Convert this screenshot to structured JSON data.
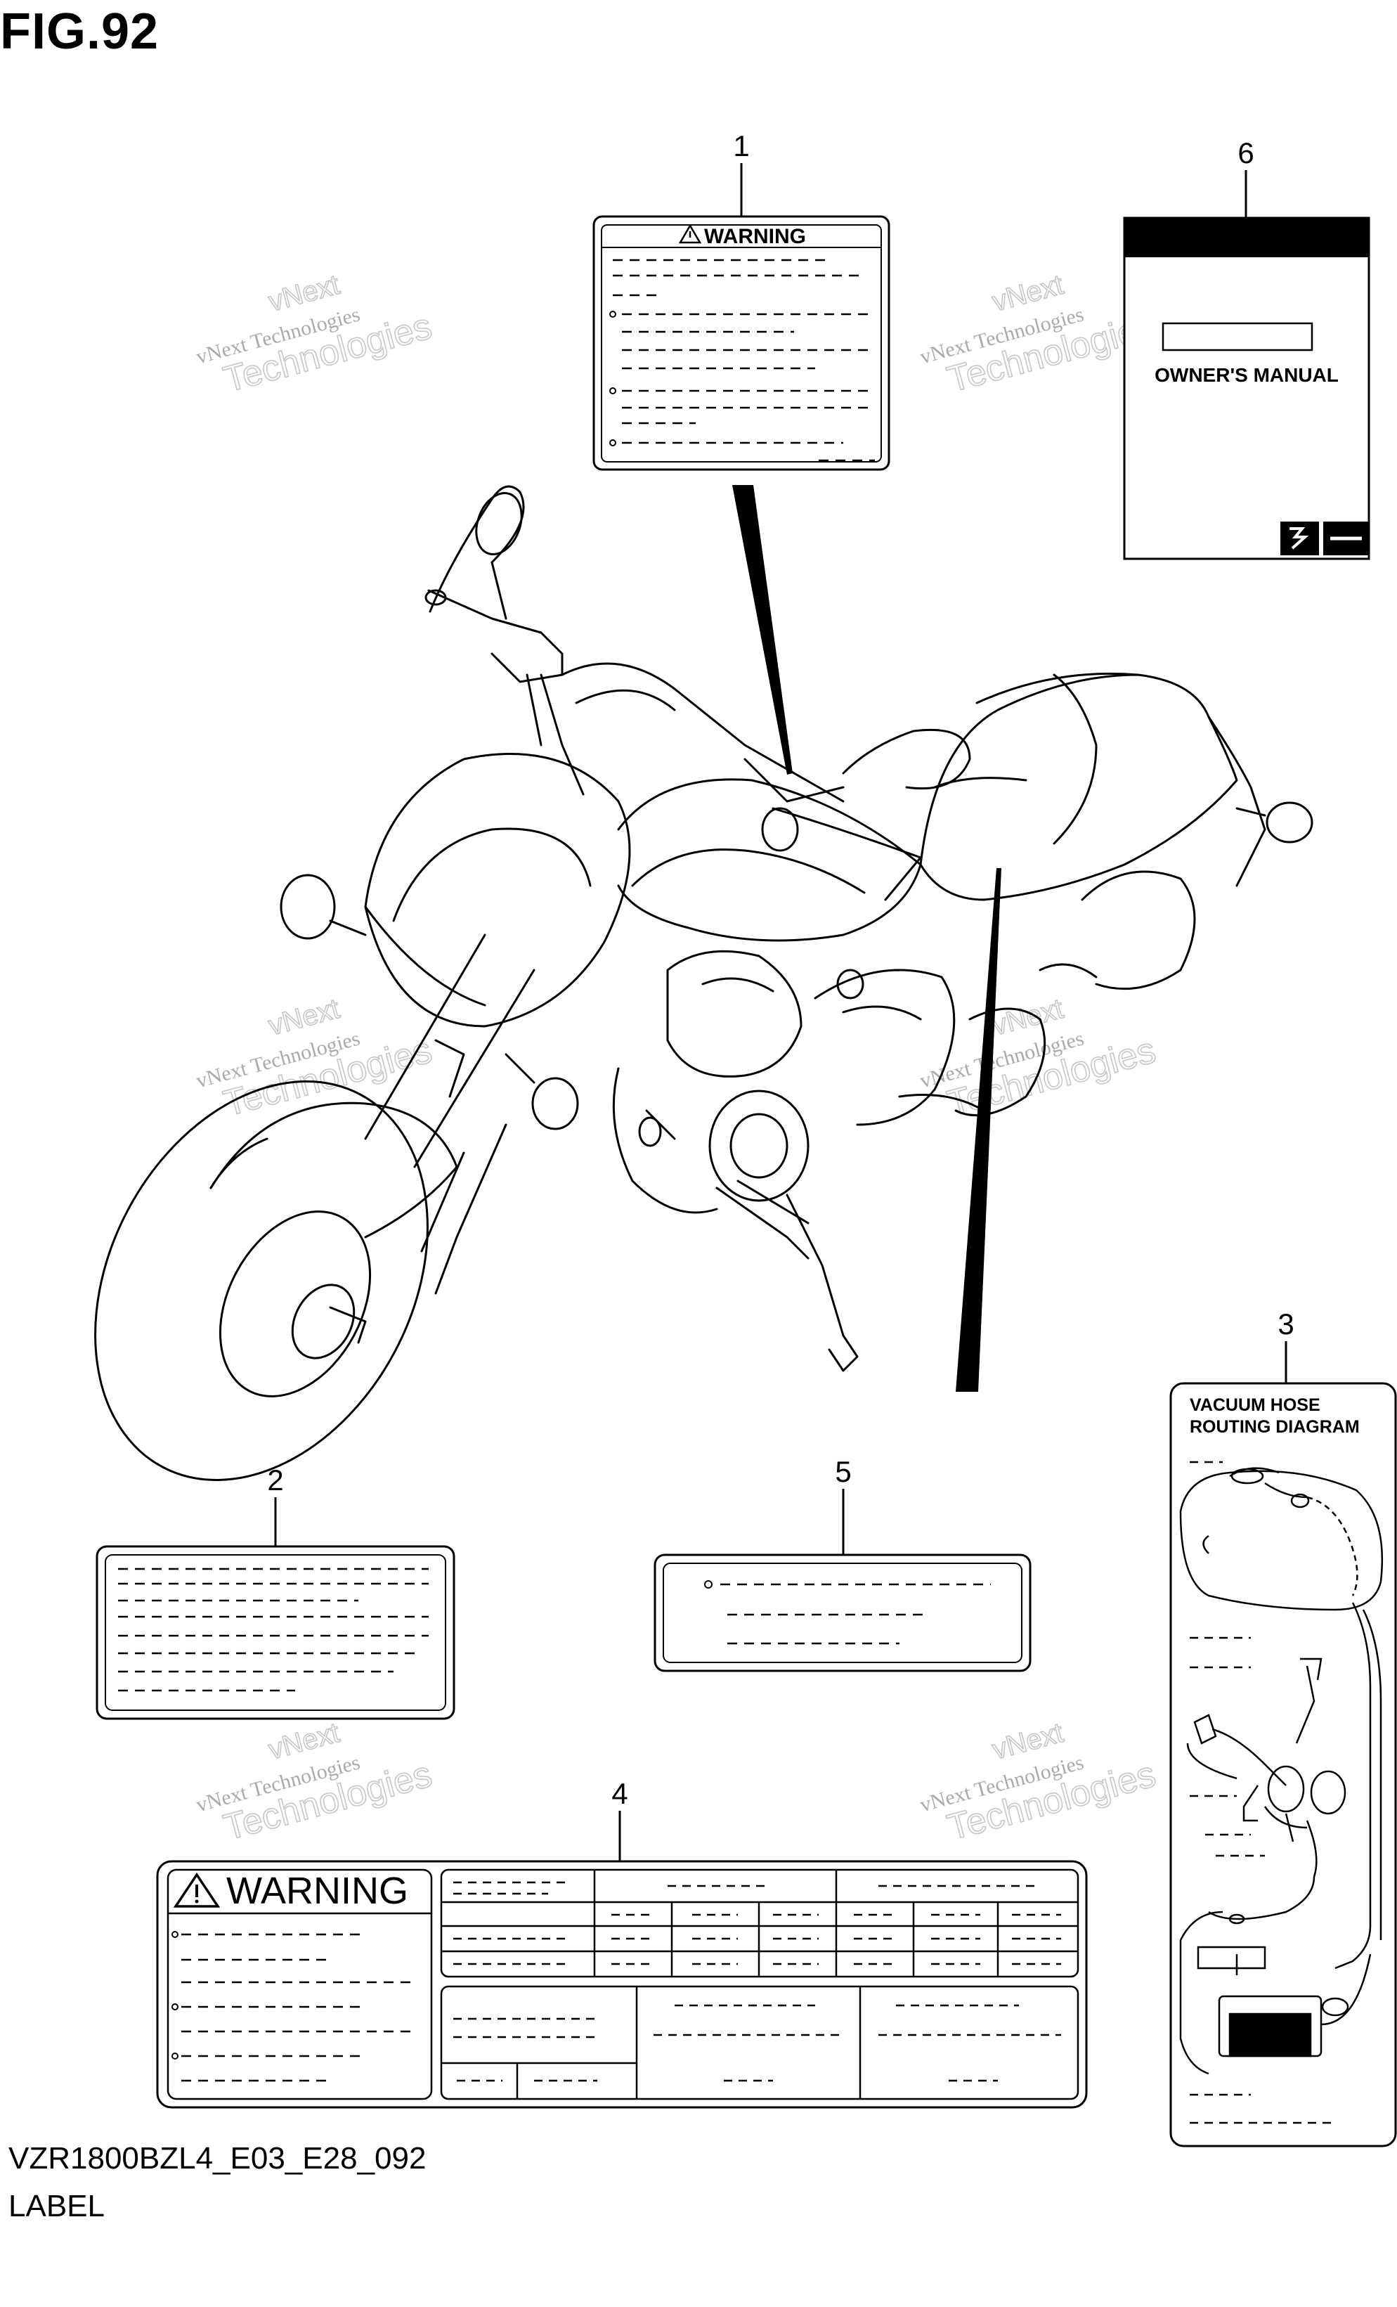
{
  "figure": {
    "title": "FIG.92",
    "code": "VZR1800BZL4_E03_E28_092",
    "name": "LABEL"
  },
  "callouts": [
    "1",
    "2",
    "3",
    "4",
    "5",
    "6"
  ],
  "labels": {
    "warning_small": "WARNING",
    "warning_large": "WARNING",
    "owners_manual": "OWNER'S MANUAL",
    "vacuum_line1": "VACUUM HOSE",
    "vacuum_line2": "ROUTING DIAGRAM"
  },
  "watermark": {
    "line1": "vNext",
    "line2": "vNext Technologies",
    "line3": "Technologies"
  },
  "icons": [
    "warning-triangle-icon",
    "suzuki-logo-icon",
    "motorcycle-illustration"
  ],
  "colors": {
    "ink": "#000000",
    "paper": "#ffffff",
    "watermark": "#b8b8b8"
  }
}
